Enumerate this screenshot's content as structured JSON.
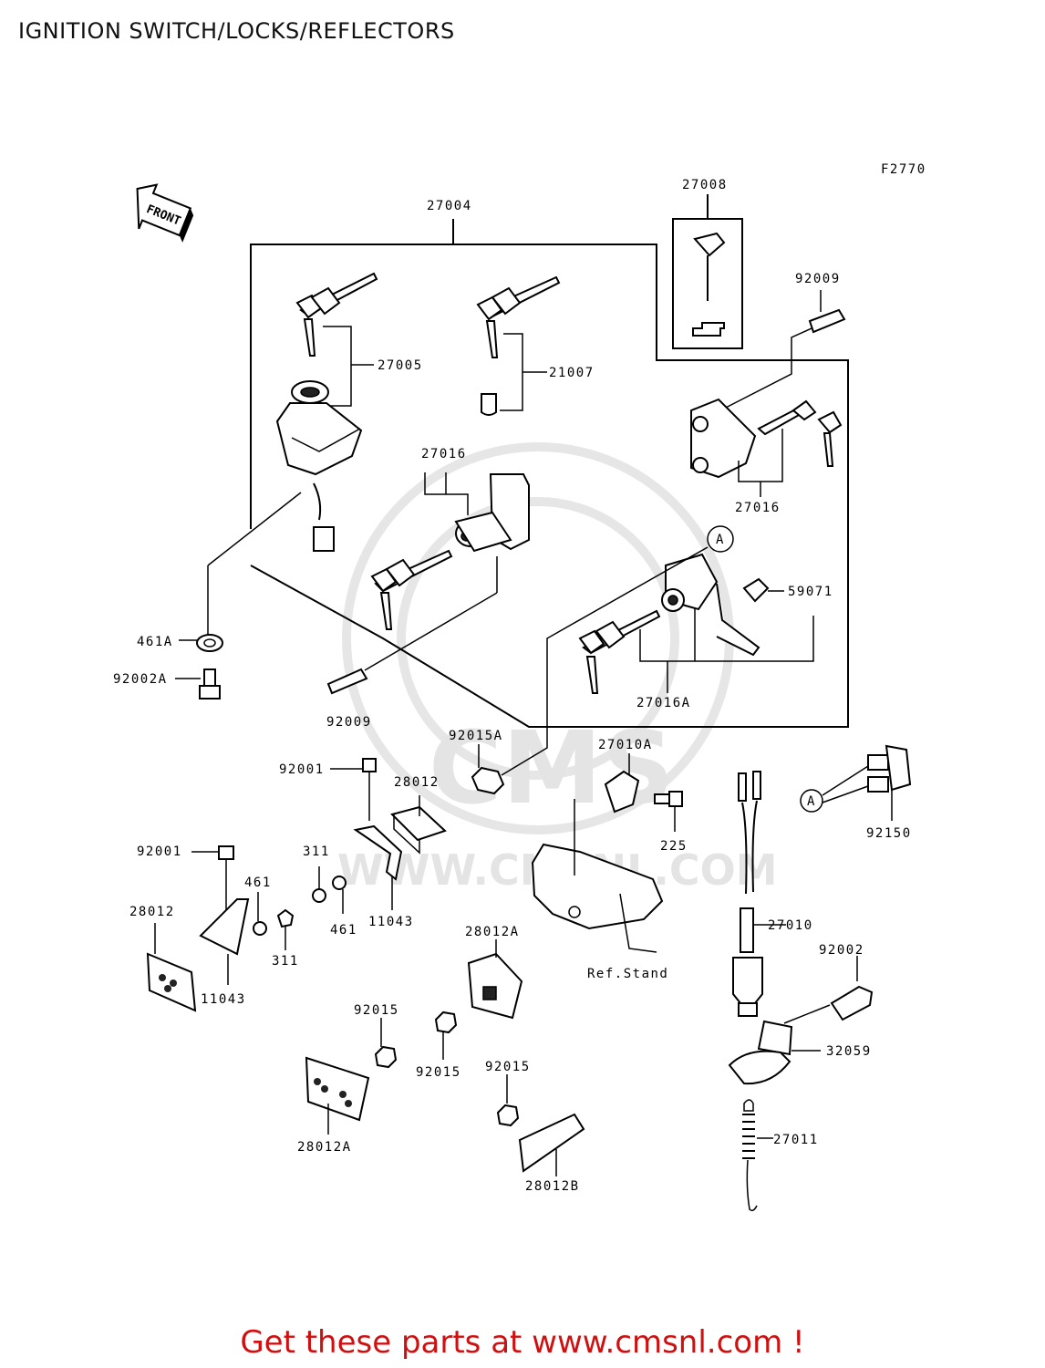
{
  "title": "IGNITION SWITCH/LOCKS/REFLECTORS",
  "figure_code": "F2770",
  "front_label": "FRONT",
  "watermark": {
    "logo_text": "CMS",
    "url_text": "WWW.CMSNL.COM"
  },
  "footer": "Get these parts at www.cmsnl.com !",
  "colors": {
    "footer": "#d01010",
    "watermark": "#e4e4e4"
  },
  "callouts": {
    "c27004": "27004",
    "c27008": "27008",
    "c92009a": "92009",
    "c27005": "27005",
    "c21007": "21007",
    "c27016a": "27016",
    "c27016b": "27016",
    "c59071": "59071",
    "c461a": "461A",
    "c92002a": "92002A",
    "c92009b": "92009",
    "c27016A": "27016A",
    "c92015A": "92015A",
    "c27010A": "27010A",
    "c92001a": "92001",
    "c28012a": "28012",
    "c225": "225",
    "c92150": "92150",
    "c311a": "311",
    "c461b": "461",
    "c11043a": "11043",
    "c92001b": "92001",
    "c461c": "461",
    "c28012b": "28012",
    "c311b": "311",
    "c11043b": "11043",
    "c28012A1": "28012A",
    "c27010": "27010",
    "c92002": "92002",
    "cRefStand": "Ref.Stand",
    "c92015a": "92015",
    "c92015b": "92015",
    "c92015c": "92015",
    "c32059": "32059",
    "c27011": "27011",
    "c28012A2": "28012A",
    "c28012B": "28012B",
    "markerA": "A"
  }
}
